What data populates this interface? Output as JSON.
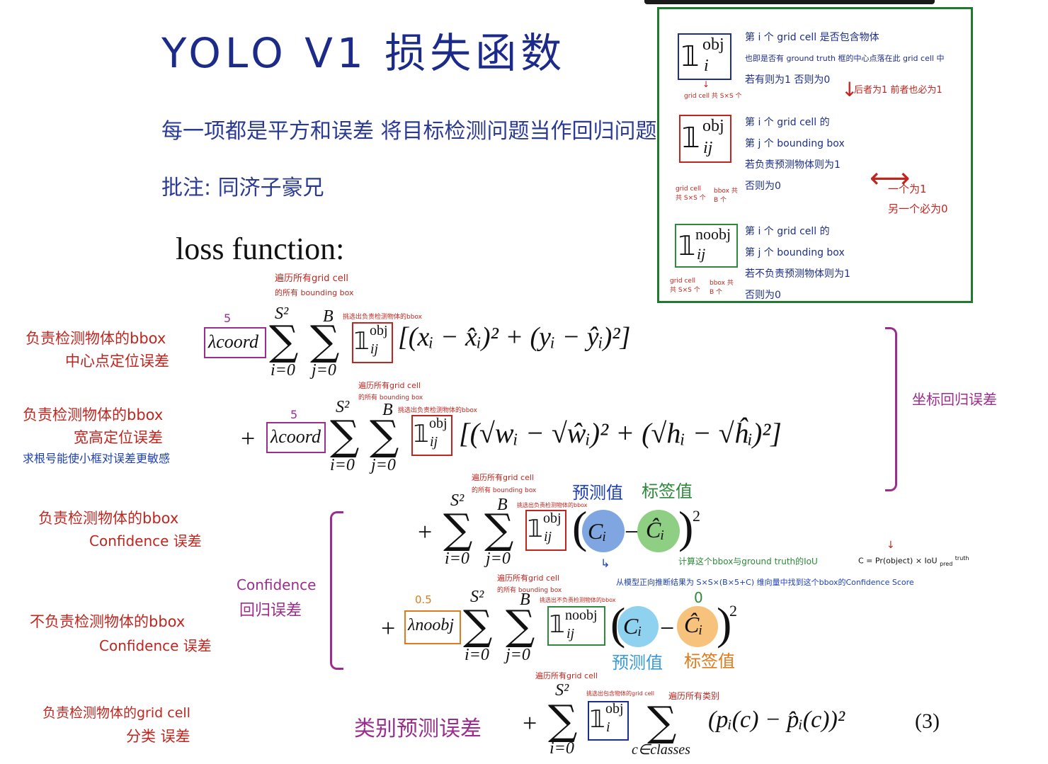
{
  "title": "YOLO V1 损失函数",
  "subtitle": "每一项都是平方和误差  将目标检测问题当作回归问题",
  "annotation_credit": "批注: 同济子豪兄",
  "loss_heading": "loss function:",
  "legend": {
    "obj_i": {
      "symbol": "𝟙",
      "sup": "obj",
      "sub": "i",
      "lines": [
        "第 i 个 grid cell 是否包含物体",
        "也即是否有 ground truth 框的中心点落在此 grid cell 中",
        "若有则为1 否则为0"
      ],
      "below": "grid cell 共 S×S 个"
    },
    "obj_ij": {
      "symbol": "𝟙",
      "sup": "obj",
      "sub": "ij",
      "lines": [
        "第 i 个 grid cell 的",
        "第 j 个 bounding box",
        "若负责预测物体则为1",
        "否则为0"
      ],
      "below_left": "grid cell 共 S×S 个",
      "below_right": "bbox 共 B 个"
    },
    "noobj_ij": {
      "symbol": "𝟙",
      "sup": "noobj",
      "sub": "ij",
      "lines": [
        "第 i 个 grid cell 的",
        "第 j 个 bounding box",
        "若不负责预测物体则为1",
        "否则为0"
      ],
      "below_left": "grid cell 共 S×S 个",
      "below_right": "bbox 共 B 个"
    },
    "side_note_1": "后者为1 前者也必为1",
    "side_note_2_line1": "一个为1",
    "side_note_2_line2": "另一个必为0"
  },
  "terms": {
    "t1": {
      "left_label_1": "负责检测物体的bbox",
      "left_label_2": "中心点定位误差",
      "weight": "5",
      "lambda": "λcoord",
      "top_note_1": "遍历所有grid cell",
      "top_note_2": "的所有 bounding box",
      "ind_note": "挑选出负责检测物体的bbox",
      "body": "[(xᵢ − x̂ᵢ)² + (yᵢ − ŷᵢ)²]"
    },
    "t2": {
      "left_label_1": "负责检测物体的bbox",
      "left_label_2": "宽高定位误差",
      "left_label_3": "求根号能使小框对误差更敏感",
      "weight": "5",
      "lambda": "λcoord",
      "top_note_1": "遍历所有grid cell",
      "top_note_2": "的所有 bounding box",
      "ind_note": "挑选出负责检测物体的bbox",
      "body": "[(√wᵢ − √ŵᵢ)² + (√hᵢ − √ĥᵢ)²]"
    },
    "coord_group_label": "坐标回归误差",
    "t3": {
      "left_label_1": "负责检测物体的bbox",
      "left_label_2": "Confidence 误差",
      "top_note_1": "遍历所有grid cell",
      "top_note_2": "的所有 bounding box",
      "ind_note": "挑选出负责检测物体的bbox",
      "pred_label": "预测值",
      "label_label": "标签值",
      "note_iou": "计算这个bbox与ground truth的IoU",
      "note_formula": "C = Pr(object) × IoU",
      "note_formula_sup": "truth",
      "note_formula_sub": "pred",
      "note_forward": "从模型正向推断结果为 S×S×(B×5+C) 维向量中找到这个bbox的Confidence Score"
    },
    "confidence_group_label_1": "Confidence",
    "confidence_group_label_2": "回归误差",
    "t4": {
      "left_label_1": "不负责检测物体的bbox",
      "left_label_2": "Confidence 误差",
      "weight": "0.5",
      "lambda": "λnoobj",
      "top_note_1": "遍历所有grid cell",
      "top_note_2": "的所有 bounding box",
      "ind_note": "挑选出不负责检测物体的bbox",
      "label_zero": "0",
      "pred_label": "预测值",
      "label_label": "标签值"
    },
    "t5": {
      "left_label_1": "负责检测物体的grid cell",
      "left_label_2": "分类 误差",
      "mid_label": "类别预测误差",
      "top_note": "遍历所有grid cell",
      "ind_note": "挑选出包含物体的grid cell",
      "class_note": "遍历所有类别",
      "body": "(pᵢ(c) − p̂ᵢ(c))²",
      "eq_number": "(3)"
    }
  },
  "math_symbols": {
    "S2": "S²",
    "B": "B",
    "i0": "i=0",
    "j0": "j=0",
    "c_classes": "c∈classes",
    "Ci": "Cᵢ",
    "Ci_hat": "Ĉᵢ",
    "plus": "+",
    "minus": "−",
    "squared": "2"
  },
  "colors": {
    "title_blue": "#1c2b8a",
    "annotation_red": "#c0261f",
    "lambda_box_purple": "#9b2d8e",
    "indicator_box_red": "#c0261f",
    "lambda_noobj_box_orange": "#e07a1a",
    "noobj_box_green": "#2c8a3a",
    "legend_frame_green": "#1f7a2e",
    "pred_circle_blue": "#7fa6e0",
    "label_circle_green": "#8fcf84",
    "pred_circle_lightblue": "#8fd2f0",
    "label_circle_orange": "#f6c27c"
  }
}
